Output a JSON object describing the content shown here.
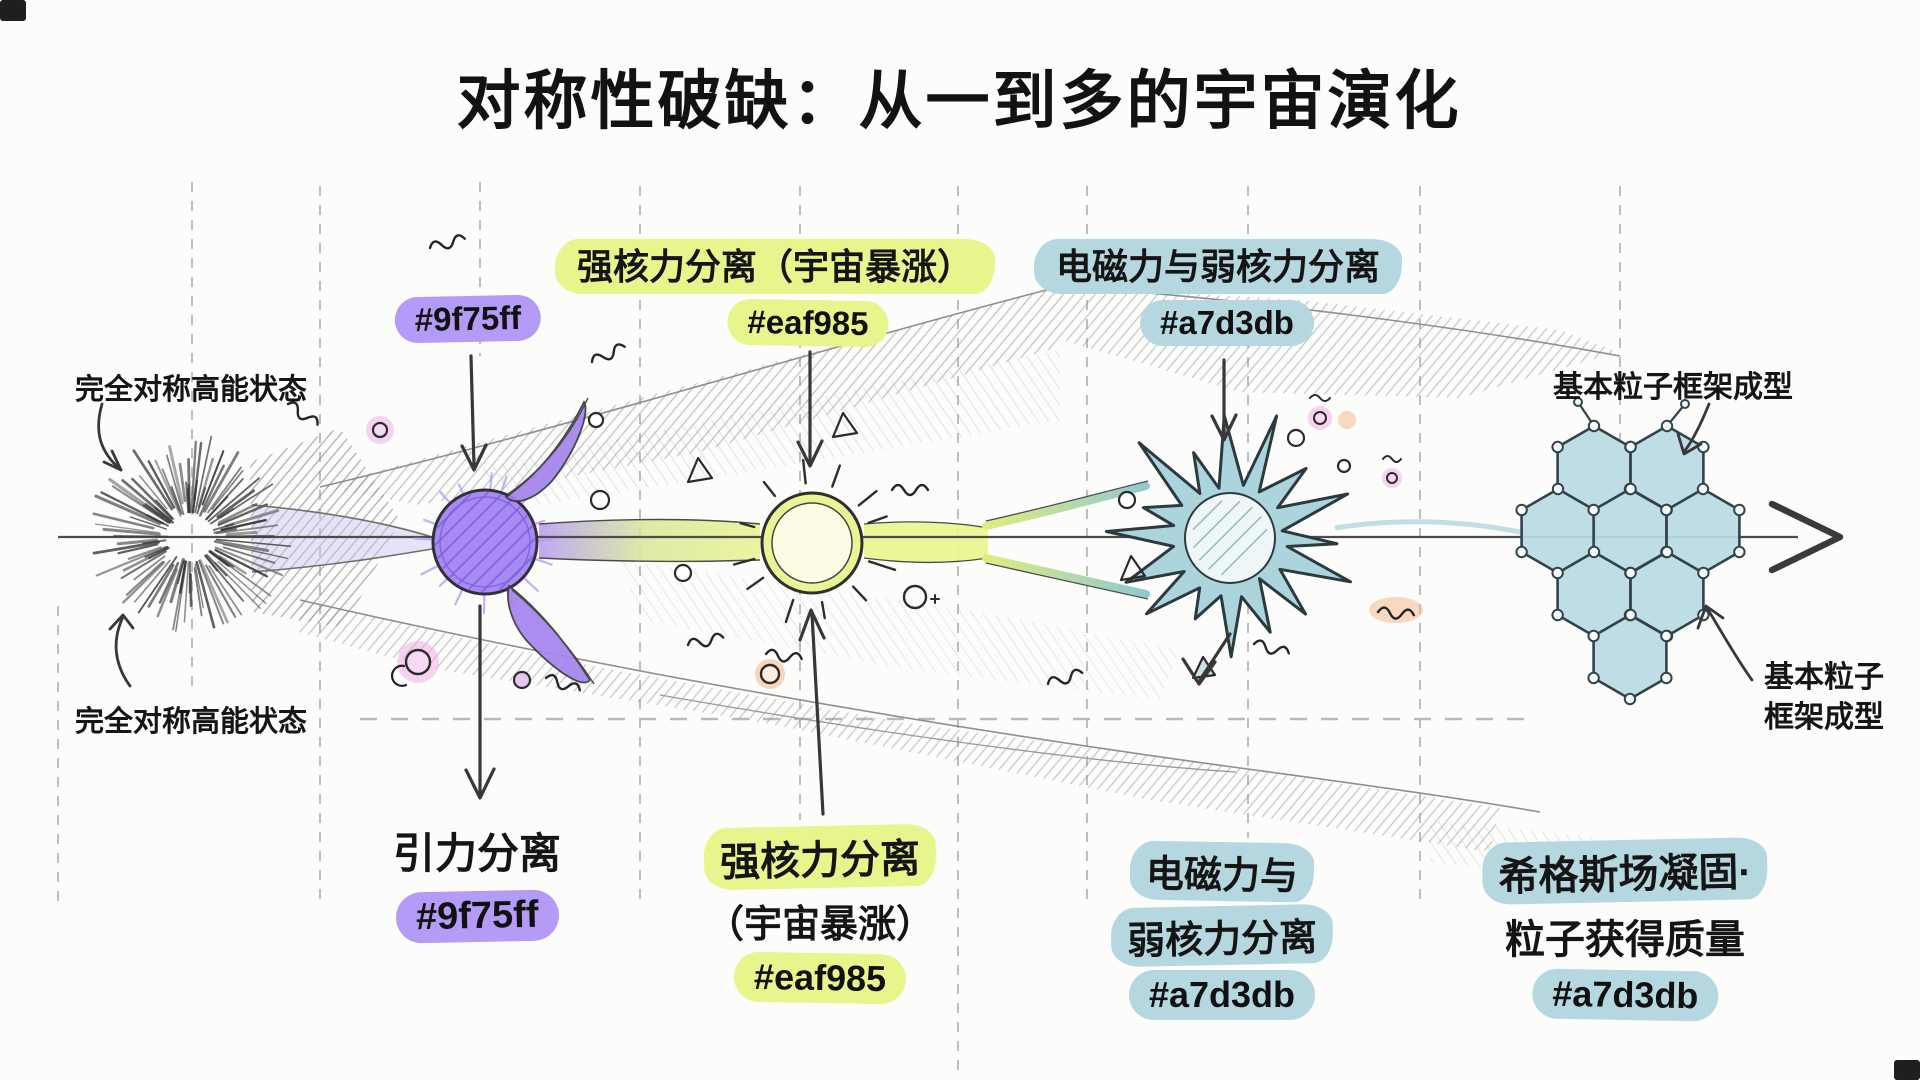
{
  "title": "对称性破缺：从一到多的宇宙演化",
  "palette": {
    "purple": "#9f75ff",
    "yellow": "#eaf985",
    "blue": "#a7d3db",
    "purple_badge_bg": "#b49bf7",
    "yellow_badge_bg": "#e8f48c",
    "blue_badge_bg": "#b5d8e0",
    "pencil": "#3a3a3a",
    "text": "#151515"
  },
  "callouts": {
    "symmetric_top": "完全对称高能状态",
    "symmetric_bottom": "完全对称高能状态",
    "framework_top": "基本粒子框架成型",
    "framework_right_line1": "基本粒子",
    "framework_right_line2": "框架成型"
  },
  "stages": {
    "gravity": {
      "top_badge": "#9f75ff",
      "bottom_label": "引力分离",
      "bottom_badge": "#9f75ff"
    },
    "strong": {
      "top_label": "强核力分离（宇宙暴涨）",
      "top_badge": "#eaf985",
      "bottom_line1": "强核力分离",
      "bottom_line2": "（宇宙暴涨）",
      "bottom_badge": "#eaf985"
    },
    "electroweak": {
      "top_label": "电磁力与弱核力分离",
      "top_badge": "#a7d3db",
      "bottom_line1": "电磁力与",
      "bottom_line2": "弱核力分离",
      "bottom_badge": "#a7d3db"
    },
    "higgs": {
      "line1": "希格斯场凝固·",
      "line2": "粒子获得质量",
      "badge": "#a7d3db"
    }
  }
}
